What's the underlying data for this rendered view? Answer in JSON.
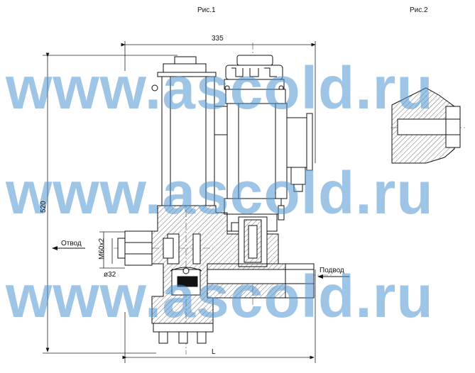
{
  "figures": {
    "fig1_caption": "Рис.1",
    "fig2_caption": "Рис.2"
  },
  "dimensions": {
    "width_top": "335",
    "height_left": "520",
    "thread": "M60x2",
    "diameter": "ø32",
    "length_bottom": "L"
  },
  "flow": {
    "outlet": "Отвод",
    "inlet": "Подвод"
  },
  "watermark": {
    "text": "www.ascold.ru",
    "color": "#5096d2"
  }
}
